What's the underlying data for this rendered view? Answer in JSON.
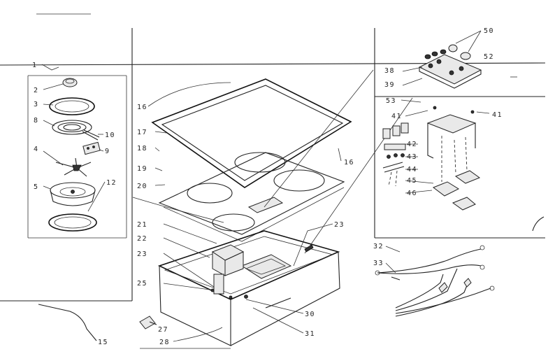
{
  "callouts": [
    {
      "id": "1",
      "text": "1"
    },
    {
      "id": "2",
      "text": "2"
    },
    {
      "id": "3",
      "text": "3"
    },
    {
      "id": "8",
      "text": "8"
    },
    {
      "id": "10",
      "text": "10"
    },
    {
      "id": "9",
      "text": "9"
    },
    {
      "id": "4",
      "text": "4"
    },
    {
      "id": "5",
      "text": "5"
    },
    {
      "id": "12",
      "text": "12"
    },
    {
      "id": "16a",
      "text": "16"
    },
    {
      "id": "17",
      "text": "17"
    },
    {
      "id": "18",
      "text": "18"
    },
    {
      "id": "19",
      "text": "19"
    },
    {
      "id": "20",
      "text": "20"
    },
    {
      "id": "16b",
      "text": "16"
    },
    {
      "id": "21",
      "text": "21"
    },
    {
      "id": "22",
      "text": "22"
    },
    {
      "id": "23a",
      "text": "23"
    },
    {
      "id": "25",
      "text": "25"
    },
    {
      "id": "23b",
      "text": "23"
    },
    {
      "id": "30",
      "text": "30"
    },
    {
      "id": "31",
      "text": "31"
    },
    {
      "id": "27",
      "text": "27"
    },
    {
      "id": "28",
      "text": "28"
    },
    {
      "id": "15",
      "text": "15"
    },
    {
      "id": "50",
      "text": "50"
    },
    {
      "id": "52",
      "text": "52"
    },
    {
      "id": "38",
      "text": "38"
    },
    {
      "id": "39",
      "text": "39"
    },
    {
      "id": "53",
      "text": "53"
    },
    {
      "id": "41a",
      "text": "41"
    },
    {
      "id": "41b",
      "text": "41"
    },
    {
      "id": "42",
      "text": "42"
    },
    {
      "id": "43",
      "text": "43"
    },
    {
      "id": "44",
      "text": "44"
    },
    {
      "id": "45",
      "text": "45"
    },
    {
      "id": "46",
      "text": "46"
    },
    {
      "id": "32",
      "text": "32"
    },
    {
      "id": "33",
      "text": "33"
    }
  ]
}
